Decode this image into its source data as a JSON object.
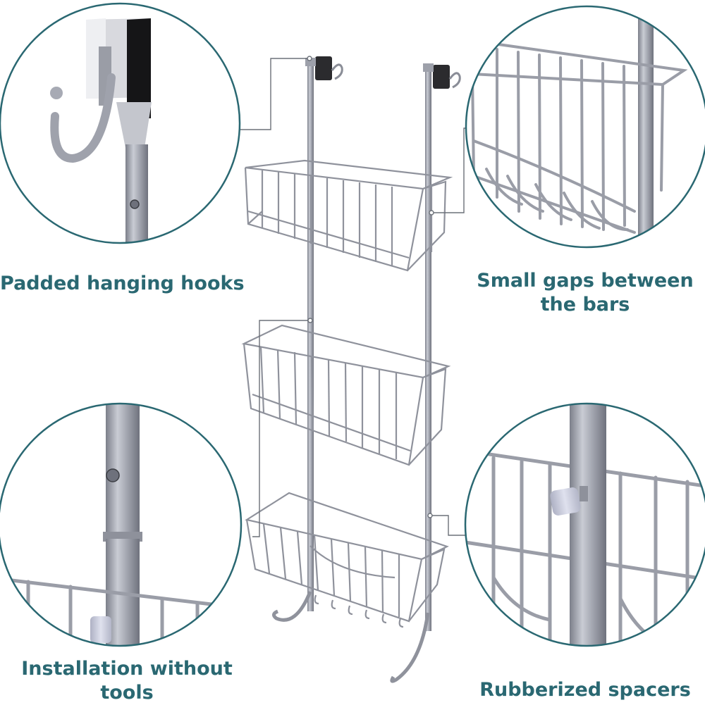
{
  "colors": {
    "accent": "#2a6872",
    "metal": "#a4a7b2",
    "metal_dark": "#6e717c",
    "rubber": "#c9ccdd"
  },
  "callouts": {
    "top_left": {
      "caption": "Padded hanging hooks",
      "icon": "padded-hook-closeup"
    },
    "top_right": {
      "caption_line1": "Small gaps between",
      "caption_line2": "the bars",
      "icon": "basket-bars-closeup"
    },
    "bottom_left": {
      "caption_line1": "Installation without",
      "caption_line2": "tools",
      "icon": "tube-joint-closeup"
    },
    "bottom_right": {
      "caption": "Rubberized spacers",
      "icon": "rubber-spacer-closeup"
    }
  },
  "product": {
    "icon": "over-door-shower-caddy",
    "basket_count": 3
  }
}
